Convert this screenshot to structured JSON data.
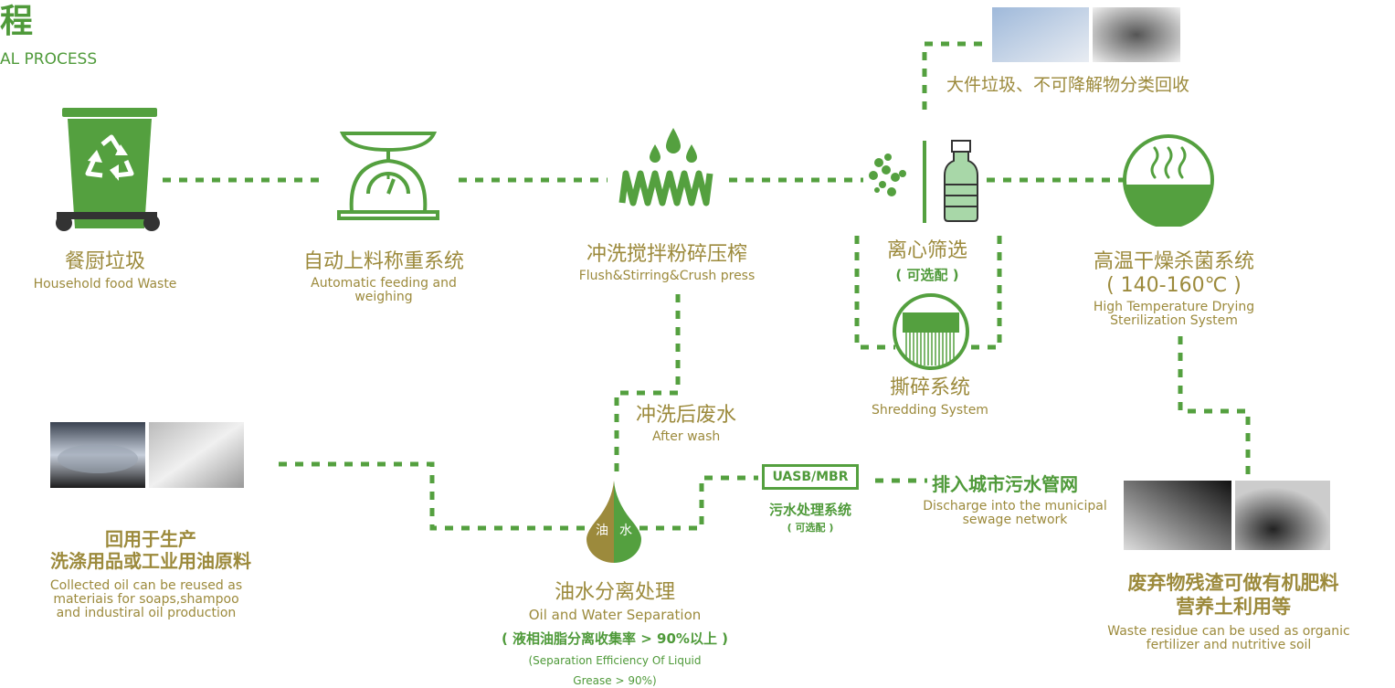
{
  "header": {
    "title_fragment": "程",
    "subtitle_fragment": "AL PROCESS"
  },
  "colors": {
    "green": "#54a03f",
    "gold": "#9c8a3c",
    "light_green": "#a8d7a8"
  },
  "steps": {
    "waste": {
      "zh": "餐厨垃圾",
      "en": "Household food Waste",
      "icon": "recycle-bin-icon"
    },
    "feeding": {
      "zh": "自动上料称重系统",
      "en1": "Automatic feeding and",
      "en2": "weighing",
      "icon": "weighing-scale-icon"
    },
    "crush": {
      "zh": "冲洗搅拌粉碎压榨",
      "en": "Flush&Stirring&Crush press",
      "icon": "spring-water-icon"
    },
    "screen": {
      "zh": "离心筛选",
      "optional": "( 可选配 )",
      "icon": "bottle-icon"
    },
    "shred": {
      "zh": "撕碎系统",
      "en": "Shredding System",
      "icon": "shredder-icon"
    },
    "dry": {
      "zh": "高温干燥杀菌系统",
      "temp": "( 140-160℃ )",
      "en1": "High Temperature Drying",
      "en2": "Sterilization System",
      "icon": "steam-icon"
    },
    "recycle": {
      "zh": "大件垃圾、不可降解物分类回收"
    },
    "washwater": {
      "zh": "冲洗后废水",
      "en": "After wash"
    },
    "oil": {
      "zh": "油水分离处理",
      "en": "Oil and Water Separation",
      "rate": "( 液相油脂分离收集率 > 90%以上 )",
      "rate_en1": "(Separation Efficiency Of Liquid",
      "rate_en2": "Grease > 90%)",
      "oil_char": "油",
      "water_char": "水",
      "icon": "oil-water-drop-icon"
    },
    "uasb": {
      "box": "UASB/MBR",
      "zh": "污水处理系统",
      "optional": "( 可选配 )"
    },
    "discharge": {
      "zh": "排入城市污水管网",
      "en1": "Discharge into the municipal",
      "en2": "sewage network"
    },
    "reuse": {
      "zh1": "回用于生产",
      "zh2": "洗涤用品或工业用油原料",
      "en1": "Collected oil can be reused as",
      "en2": "materiais for soaps,shampoo",
      "en3": "and industiral oil production"
    },
    "fertilizer": {
      "zh1": "废弃物残渣可做有机肥料",
      "zh2": "营养土利用等",
      "en1": "Waste residue can be used as organic",
      "en2": "fertilizer and nutritive soil"
    }
  }
}
